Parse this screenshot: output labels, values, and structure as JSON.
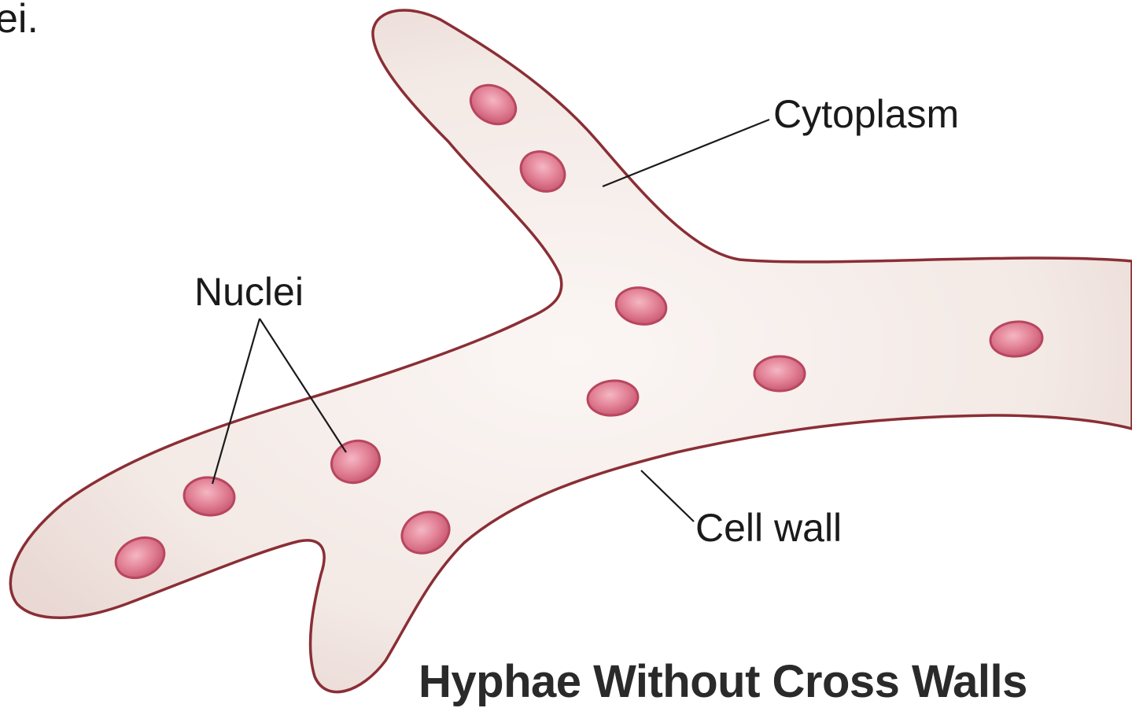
{
  "diagram": {
    "fragment_text": "ei.",
    "title": "Hyphae Without Cross Walls",
    "labels": {
      "cytoplasm": "Cytoplasm",
      "nuclei": "Nuclei",
      "cell_wall": "Cell wall"
    },
    "colors": {
      "cell_wall": "#8a2e35",
      "cytoplasm": "#f4ebe8",
      "nucleus_fill": "#e07f93",
      "nucleus_edge": "#b8465f",
      "leader_line": "#1a1a1a",
      "text": "#1a1a1a"
    }
  }
}
